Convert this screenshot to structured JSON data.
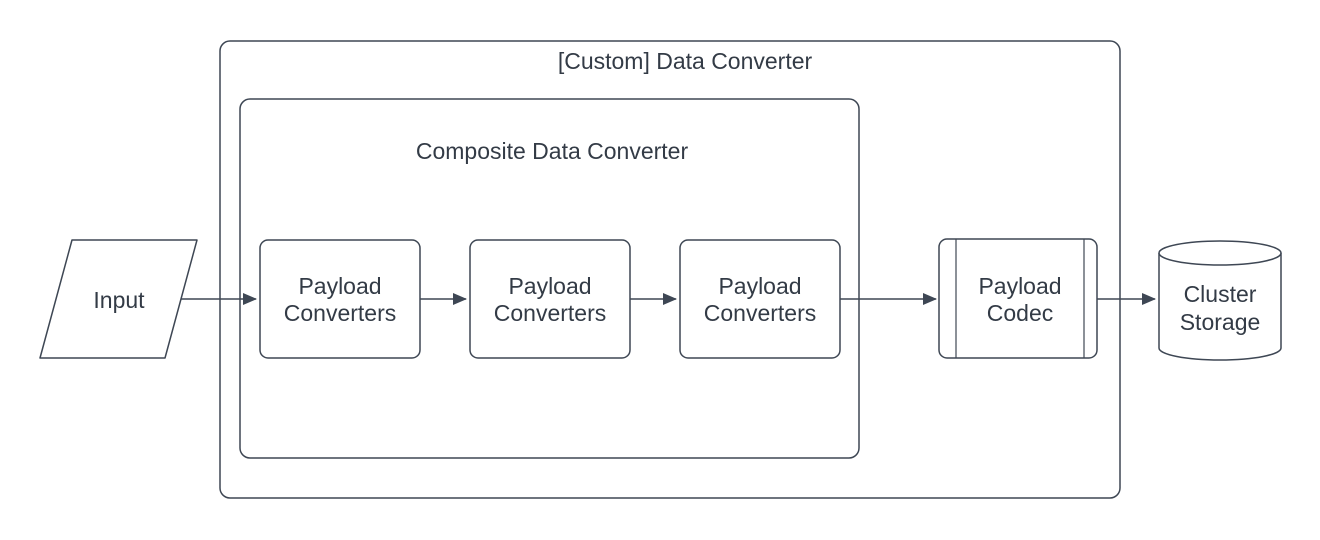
{
  "colors": {
    "stroke": "#3e4754",
    "text": "#333b46",
    "background": "#ffffff"
  },
  "diagram": {
    "outer_container": {
      "title": "[Custom] Data Converter",
      "shape": "rounded-container"
    },
    "inner_container": {
      "title": "Composite Data Converter",
      "shape": "rounded-container"
    },
    "nodes": [
      {
        "id": "input",
        "shape": "parallelogram",
        "lines": [
          "Input"
        ]
      },
      {
        "id": "payload-converters-1",
        "shape": "rounded-rectangle",
        "lines": [
          "Payload",
          "Converters"
        ]
      },
      {
        "id": "payload-converters-2",
        "shape": "rounded-rectangle",
        "lines": [
          "Payload",
          "Converters"
        ]
      },
      {
        "id": "payload-converters-3",
        "shape": "rounded-rectangle",
        "lines": [
          "Payload",
          "Converters"
        ]
      },
      {
        "id": "payload-codec",
        "shape": "predefined-process",
        "lines": [
          "Payload",
          "Codec"
        ]
      },
      {
        "id": "cluster-storage",
        "shape": "cylinder",
        "lines": [
          "Cluster",
          "Storage"
        ]
      }
    ],
    "connectors": [
      {
        "from": "input",
        "to": "payload-converters-1",
        "style": "solid-arrow"
      },
      {
        "from": "payload-converters-1",
        "to": "payload-converters-2",
        "style": "solid-arrow"
      },
      {
        "from": "payload-converters-2",
        "to": "payload-converters-3",
        "style": "solid-arrow"
      },
      {
        "from": "payload-converters-3",
        "to": "payload-codec",
        "style": "solid-arrow"
      },
      {
        "from": "payload-codec",
        "to": "cluster-storage",
        "style": "solid-arrow"
      }
    ]
  }
}
